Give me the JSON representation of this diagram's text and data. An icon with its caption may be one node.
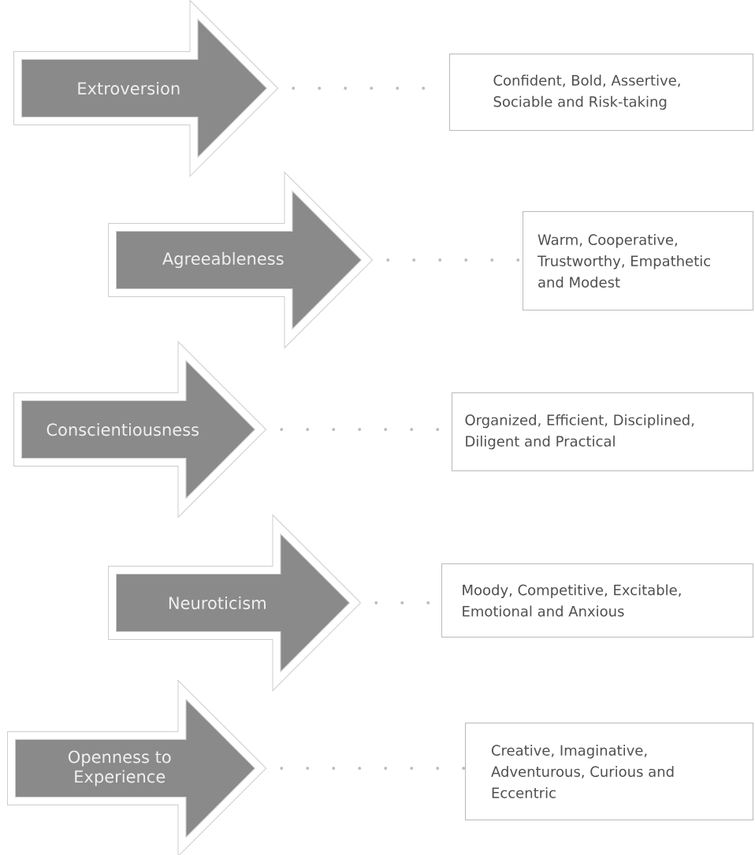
{
  "diagram": {
    "nodes": [
      {
        "text": [
          "Extroversion"
        ]
      },
      {
        "text": [
          "Confident, Bold, Assertive, Sociable and Risk-taking"
        ]
      },
      {
        "text": [
          "Agreeableness"
        ]
      },
      {
        "text": [
          "Warm, Cooperative, Trustworthy, Empathetic and Modest"
        ]
      },
      {
        "text": [
          "Conscientiousness"
        ]
      },
      {
        "text": [
          "Organized, Efficient, Disciplined, Diligent and Practical"
        ]
      },
      {
        "text": [
          "Neuroticism"
        ]
      },
      {
        "text": [
          "Moody, Competitive, Excitable, Emotional and Anxious"
        ]
      },
      {
        "text": [
          "Openness to Experience"
        ]
      },
      {
        "text": [
          "Creative, Imaginative, Adventurous, Curious and Eccentric"
        ]
      }
    ],
    "edges": [
      {
        "from": 0,
        "to": 1,
        "arrow": "none",
        "style": "dashed"
      },
      {
        "from": 2,
        "to": 3,
        "arrow": "none",
        "style": "dashed"
      },
      {
        "from": 4,
        "to": 5,
        "arrow": "none",
        "style": "dashed"
      },
      {
        "from": 6,
        "to": 7,
        "arrow": "none",
        "style": "dashed"
      },
      {
        "from": 8,
        "to": 9,
        "arrow": "none",
        "style": "dashed"
      }
    ]
  }
}
